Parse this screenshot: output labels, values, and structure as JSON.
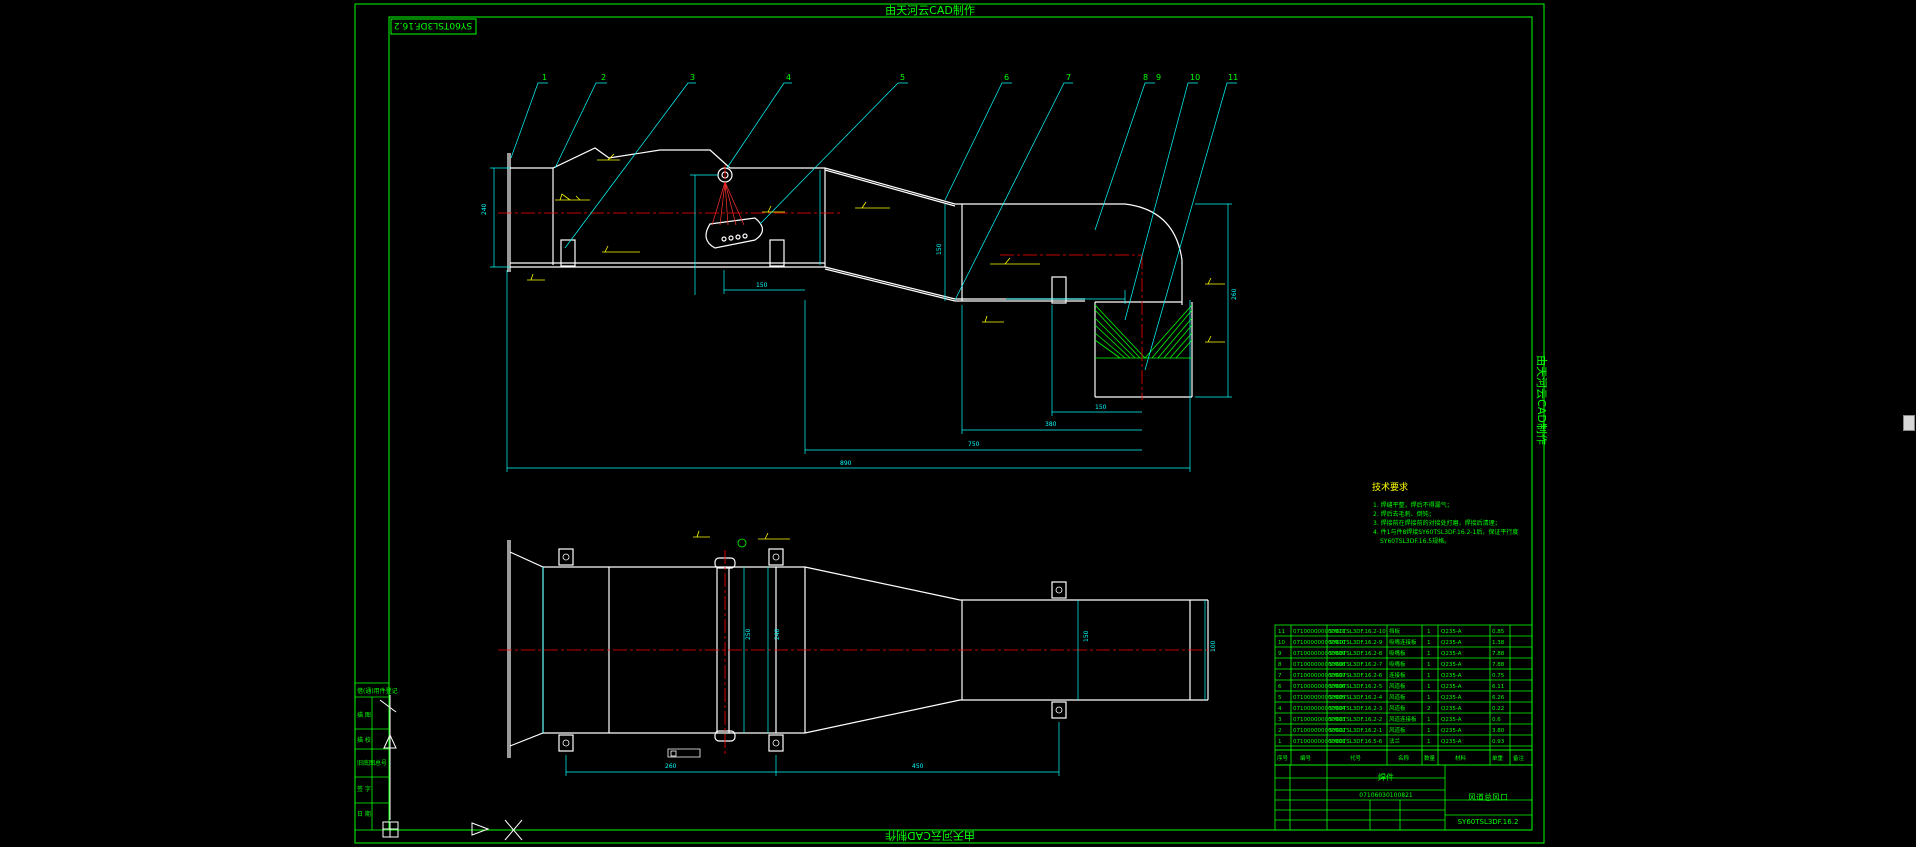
{
  "sheet": {
    "watermark_top": "由天河云CAD制作",
    "watermark_bottom": "由天河云CAD制作",
    "watermark_right": "由天河云CAD制作",
    "drawing_code_box": "SY60TSL3DF.16.2"
  },
  "balloons": [
    "1",
    "2",
    "3",
    "4",
    "5",
    "6",
    "7",
    "8",
    "9",
    "10",
    "11"
  ],
  "tech_requirements": {
    "title": "技术要求",
    "lines": [
      "1. 焊缝平整，焊后不得漏气；",
      "2. 焊后去毛刺、倒钝；",
      "3. 焊接前在焊接前的对接处打磨，焊接后清理；",
      "4. 件1与件8焊接SY60TSL3DF.16.2-1后，保证平行度",
      "SY60TSL3DF.16.5规格。"
    ]
  },
  "bom": {
    "rows": [
      {
        "no": "11",
        "code": "071000000000011",
        "drawing": "SY60TSL3DF.16.2-10",
        "name": "挡板",
        "qty": "1",
        "material": "Q235-A",
        "weight": "0.85"
      },
      {
        "no": "10",
        "code": "071000000000010",
        "drawing": "SY60TSL3DF.16.2-9",
        "name": "吸嘴连接板",
        "qty": "1",
        "material": "Q235-A",
        "weight": "1.38"
      },
      {
        "no": "9",
        "code": "071000000000009",
        "drawing": "SY60TSL3DF.16.2-8",
        "name": "吸嘴板",
        "qty": "1",
        "material": "Q235-A",
        "weight": "7.88"
      },
      {
        "no": "8",
        "code": "071000000000008",
        "drawing": "SY60TSL3DF.16.2-7",
        "name": "吸嘴板",
        "qty": "1",
        "material": "Q235-A",
        "weight": "7.88"
      },
      {
        "no": "7",
        "code": "071000000000007",
        "drawing": "SY60TSL3DF.16.2-6",
        "name": "连接板",
        "qty": "1",
        "material": "Q235-A",
        "weight": "0.75"
      },
      {
        "no": "6",
        "code": "071000000000006",
        "drawing": "SY60TSL3DF.16.2-5",
        "name": "风道板",
        "qty": "1",
        "material": "Q235-A",
        "weight": "6.11"
      },
      {
        "no": "5",
        "code": "071000000000005",
        "drawing": "SY60TSL3DF.16.2-4",
        "name": "风道板",
        "qty": "1",
        "material": "Q235-A",
        "weight": "6.26"
      },
      {
        "no": "4",
        "code": "071000000000004",
        "drawing": "SY60TSL3DF.16.2-3",
        "name": "风道板",
        "qty": "2",
        "material": "Q235-A",
        "weight": "0.22"
      },
      {
        "no": "3",
        "code": "071000000000003",
        "drawing": "SY60TSL3DF.16.2-2",
        "name": "风道连接板",
        "qty": "1",
        "material": "Q235-A",
        "weight": "0.6"
      },
      {
        "no": "2",
        "code": "071000000000002",
        "drawing": "SY60TSL3DF.16.2-1",
        "name": "风道板",
        "qty": "1",
        "material": "Q235-A",
        "weight": "3.80"
      },
      {
        "no": "1",
        "code": "071000000000001",
        "drawing": "SY60TSL3DF.16.5-6",
        "name": "法兰",
        "qty": "1",
        "material": "Q235-A",
        "weight": "0.93"
      }
    ],
    "header_labels": [
      "序号",
      "编号",
      "代号",
      "名称",
      "数量",
      "材料",
      "单重",
      "备注"
    ]
  },
  "title_block": {
    "assembly_type": "焊件",
    "part_number": "07106030100821",
    "part_name": "风道总风口",
    "drawing_number": "SY60TSL3DF.16.2"
  },
  "left_strip": {
    "labels": [
      "借(通)用件登记",
      "描 图",
      "描 校",
      "旧底图总号",
      "签 字",
      "日 期"
    ]
  },
  "colors": {
    "frame": "#00ff00",
    "geometry": "#ffffff",
    "dimension": "#00ffff",
    "centerline": "#ff0000",
    "leader": "#00ffff",
    "symbol": "#ffff00",
    "background": "#000000"
  }
}
